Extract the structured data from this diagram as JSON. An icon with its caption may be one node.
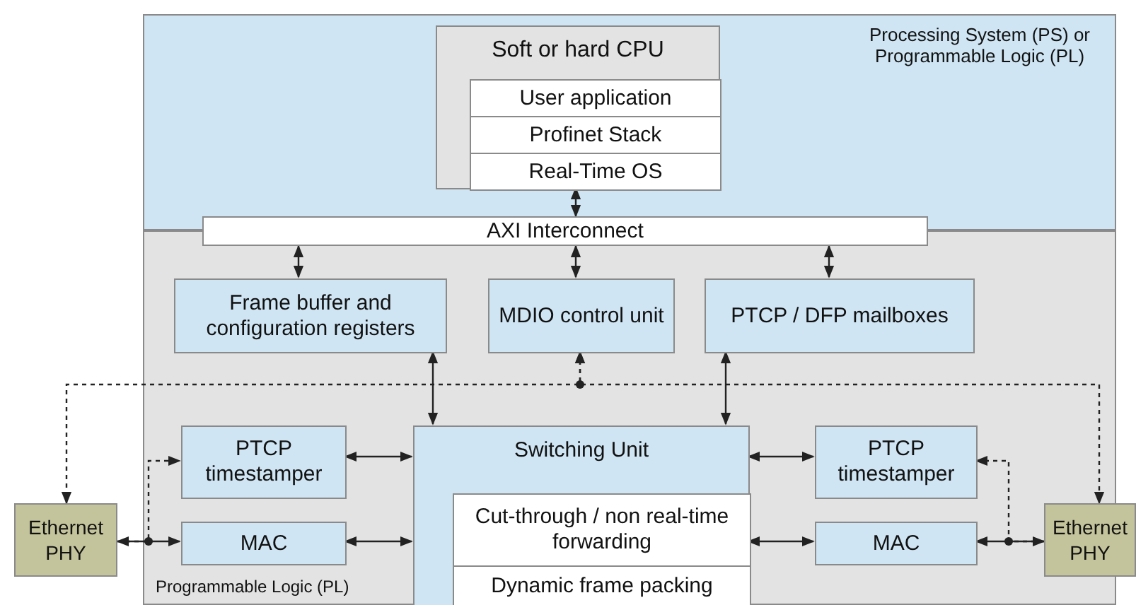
{
  "diagram": {
    "nodes": [
      {
        "text": [
          "Processing System (PS) or Programmable Logic (PL)"
        ]
      },
      {
        "text": [
          "Soft or hard CPU"
        ],
        "in": 0
      },
      {
        "text": [
          "User application"
        ],
        "in": 1
      },
      {
        "text": [
          "Profinet Stack"
        ],
        "in": 1
      },
      {
        "text": [
          "Real-Time OS"
        ],
        "in": 1
      },
      {
        "text": [
          "AXI Interconnect"
        ]
      },
      {
        "text": [
          "Programmable Logic (PL)"
        ]
      },
      {
        "text": [
          "Frame buffer and configuration registers"
        ],
        "in": 6
      },
      {
        "text": [
          "MDIO control unit"
        ],
        "in": 6
      },
      {
        "text": [
          "PTCP / DFP mailboxes"
        ],
        "in": 6
      },
      {
        "text": [
          "PTCP timestamper"
        ],
        "in": 6
      },
      {
        "text": [
          "MAC"
        ],
        "in": 6
      },
      {
        "text": [
          "Switching Unit"
        ],
        "in": 6
      },
      {
        "text": [
          "Cut-through / non real-time forwarding"
        ],
        "in": 12
      },
      {
        "text": [
          "Dynamic frame packing"
        ],
        "in": 12
      },
      {
        "text": [
          "PTCP timestamper"
        ],
        "in": 6
      },
      {
        "text": [
          "MAC"
        ],
        "in": 6
      },
      {
        "text": [
          "Ethernet PHY"
        ]
      },
      {
        "text": [
          "Ethernet PHY"
        ]
      }
    ],
    "edges": [
      {
        "from": 1,
        "to": 5,
        "arrow": "both"
      },
      {
        "from": 5,
        "to": 7,
        "arrow": "both"
      },
      {
        "from": 5,
        "to": 8,
        "arrow": "both"
      },
      {
        "from": 5,
        "to": 9,
        "arrow": "both"
      },
      {
        "from": 7,
        "to": 12,
        "arrow": "both"
      },
      {
        "from": 9,
        "to": 12,
        "arrow": "both"
      },
      {
        "from": 10,
        "to": 12,
        "arrow": "both"
      },
      {
        "from": 11,
        "to": 12,
        "arrow": "both"
      },
      {
        "from": 15,
        "to": 12,
        "arrow": "both"
      },
      {
        "from": 16,
        "to": 12,
        "arrow": "both"
      },
      {
        "from": 17,
        "to": 11,
        "arrow": "both"
      },
      {
        "from": 17,
        "to": 10,
        "arrow": "to",
        "style": "dashed"
      },
      {
        "from": 18,
        "to": 16,
        "arrow": "both"
      },
      {
        "from": 18,
        "to": 15,
        "arrow": "to",
        "style": "dashed"
      },
      {
        "from": 8,
        "to": 17,
        "arrow": "both",
        "style": "dashed"
      },
      {
        "from": 8,
        "to": 18,
        "arrow": "both",
        "style": "dashed"
      }
    ]
  }
}
